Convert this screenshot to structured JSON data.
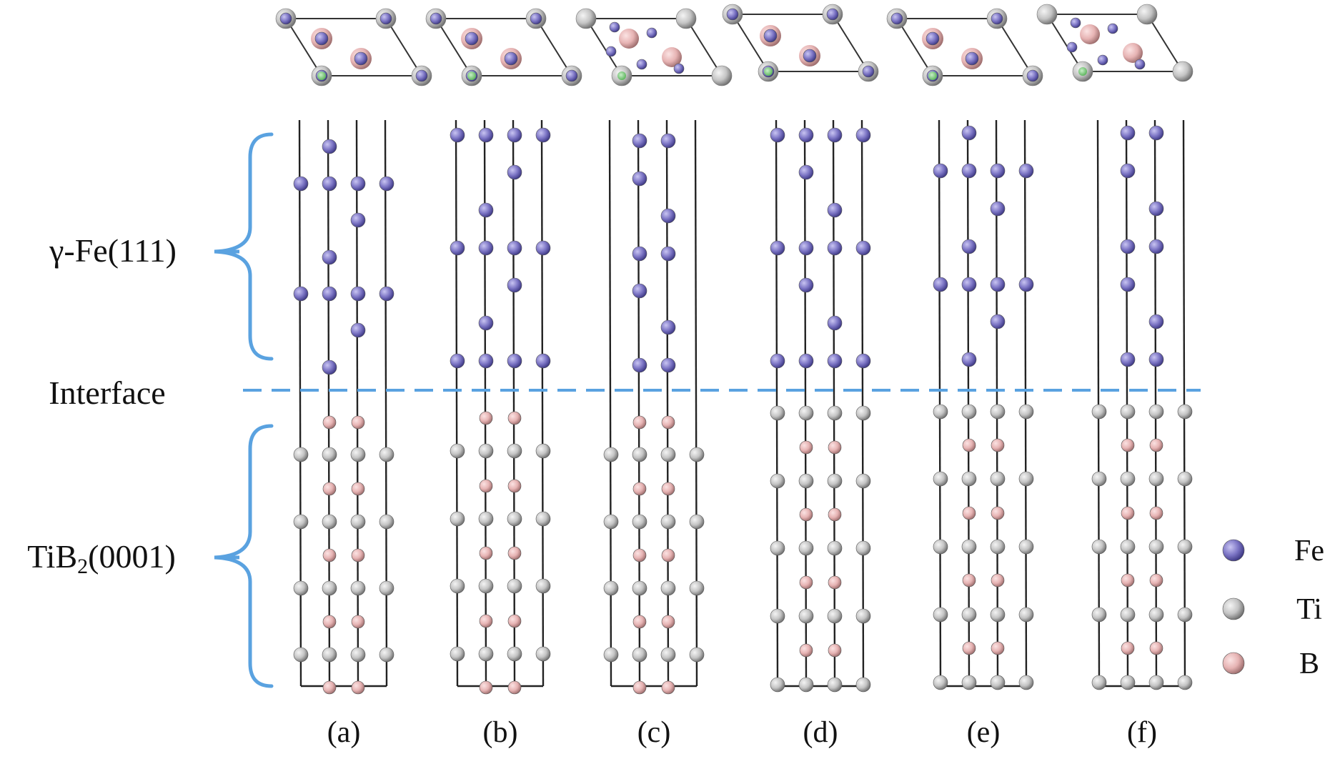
{
  "colors": {
    "fe": "#7b74c4",
    "fe_edge": "#3a3580",
    "ti": "#c4c4c4",
    "ti_edge": "#6b6b6b",
    "b": "#e6b3b3",
    "b_edge": "#9a6a6a",
    "bracket": "#5aa2e0",
    "interface_line": "#5aa2e0",
    "bond": "#222222"
  },
  "labels": {
    "gamma_fe": "γ-Fe(111)",
    "interface": "Interface",
    "tib2_main": "TiB",
    "tib2_sub": "2",
    "tib2_rest": "(0001)"
  },
  "legend": [
    {
      "element": "fe",
      "label": "Fe"
    },
    {
      "element": "ti",
      "label": "Ti"
    },
    {
      "element": "b",
      "label": "B"
    }
  ],
  "panels": [
    {
      "id": "a",
      "caption": "(a)"
    },
    {
      "id": "b",
      "caption": "(b)"
    },
    {
      "id": "c",
      "caption": "(c)"
    },
    {
      "id": "d",
      "caption": "(d)"
    },
    {
      "id": "e",
      "caption": "(e)"
    },
    {
      "id": "f",
      "caption": "(f)"
    }
  ]
}
